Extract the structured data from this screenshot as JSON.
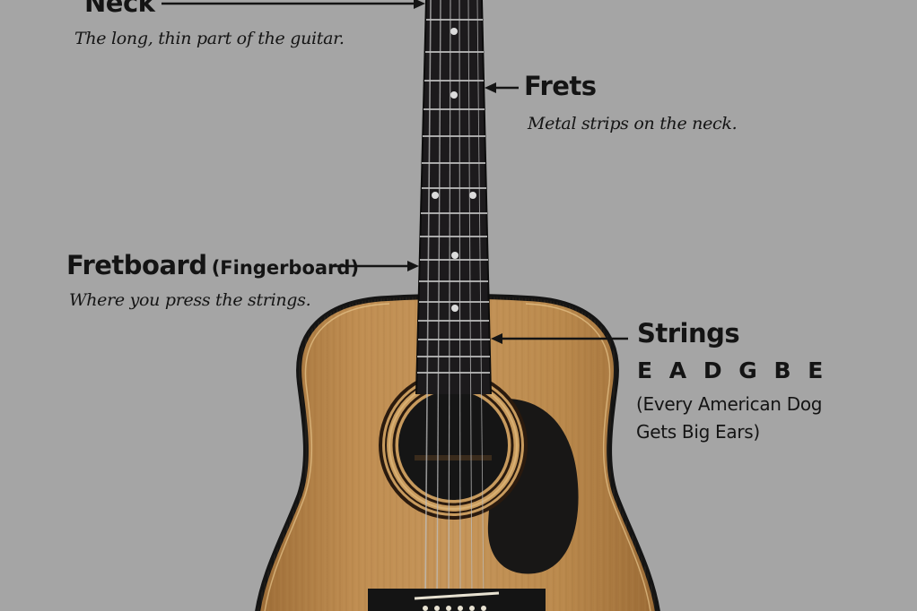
{
  "labels": {
    "neck": {
      "title": "Neck",
      "desc": "The long, thin part of the guitar."
    },
    "frets": {
      "title": "Frets",
      "desc": "Metal strips on the neck."
    },
    "fretboard": {
      "title": "Fretboard",
      "subtitle": "(Fingerboard)",
      "desc": "Where you press the strings."
    },
    "strings": {
      "title": "Strings",
      "notes": "E A D G B E",
      "mnemonic_line1": "(Every American Dog",
      "mnemonic_line2": "Gets Big Ears)"
    }
  },
  "colors": {
    "background": "#a5a5a5",
    "text": "#141414",
    "wood": "#bb8a4e",
    "fretboard": "#1c1a1c",
    "soundhole": "#151515",
    "pickguard": "#181716"
  },
  "icons": {
    "neck_arrow": "arrow-right-icon",
    "frets_arrow": "arrow-left-icon",
    "fretboard_arrow": "arrow-right-icon",
    "strings_arrow": "arrow-left-icon"
  }
}
